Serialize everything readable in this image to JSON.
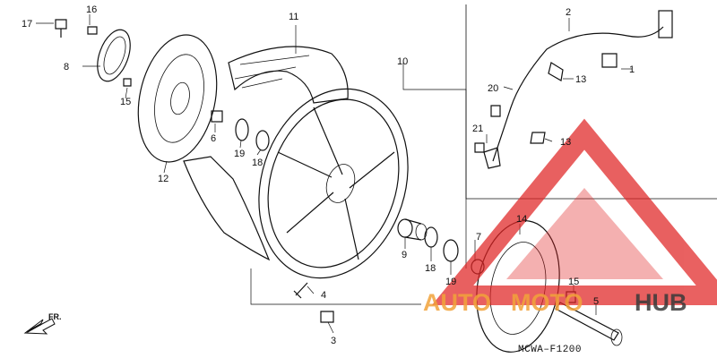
{
  "diagram_code": "MCWA–F1200",
  "direction_label": "FR.",
  "watermark": {
    "brand_part1": "AUTO",
    "brand_part2": "MOTO",
    "brand_part3": "HUB",
    "colors": {
      "triangle": "#e02424",
      "auto": "#f2a33a",
      "hub": "#3a3a3a"
    }
  },
  "callouts": [
    {
      "id": "c1",
      "label": "1"
    },
    {
      "id": "c2",
      "label": "2"
    },
    {
      "id": "c3",
      "label": "3"
    },
    {
      "id": "c4",
      "label": "4"
    },
    {
      "id": "c5",
      "label": "5"
    },
    {
      "id": "c6",
      "label": "6"
    },
    {
      "id": "c7",
      "label": "7"
    },
    {
      "id": "c8",
      "label": "8"
    },
    {
      "id": "c9",
      "label": "9"
    },
    {
      "id": "c10",
      "label": "10"
    },
    {
      "id": "c11",
      "label": "11"
    },
    {
      "id": "c12",
      "label": "12"
    },
    {
      "id": "c13a",
      "label": "13"
    },
    {
      "id": "c13b",
      "label": "13"
    },
    {
      "id": "c14",
      "label": "14"
    },
    {
      "id": "c15a",
      "label": "15"
    },
    {
      "id": "c15b",
      "label": "15"
    },
    {
      "id": "c16",
      "label": "16"
    },
    {
      "id": "c17",
      "label": "17"
    },
    {
      "id": "c18a",
      "label": "18"
    },
    {
      "id": "c18b",
      "label": "18"
    },
    {
      "id": "c19a",
      "label": "19"
    },
    {
      "id": "c19b",
      "label": "19"
    },
    {
      "id": "c20",
      "label": "20"
    },
    {
      "id": "c21",
      "label": "21"
    }
  ]
}
